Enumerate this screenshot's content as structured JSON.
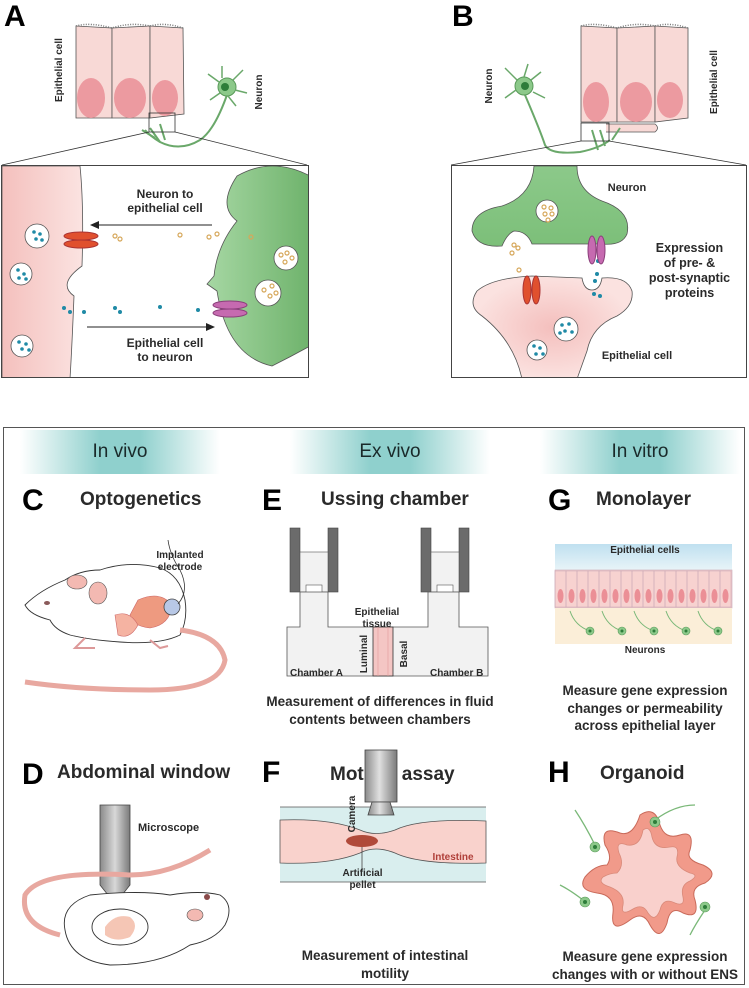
{
  "panels": {
    "A": {
      "letter": "A",
      "labels": {
        "epithelial_cell": "Epithelial cell",
        "neuron": "Neuron",
        "neuron_to_epithelial": "Neuron to\nepithelial cell",
        "epithelial_to_neuron": "Epithelial cell\nto neuron"
      }
    },
    "B": {
      "letter": "B",
      "labels": {
        "neuron": "Neuron",
        "epithelial_cell": "Epithelial cell",
        "zoom_neuron": "Neuron",
        "zoom_epithelial": "Epithelial cell",
        "expression": "Expression\nof pre- &\npost-synaptic\nproteins"
      }
    }
  },
  "categories": [
    {
      "label": "In vivo"
    },
    {
      "label": "Ex vivo"
    },
    {
      "label": "In vitro"
    }
  ],
  "methods": {
    "C": {
      "letter": "C",
      "title": "Optogenetics",
      "labels": {
        "electrode": "Implanted\nelectrode"
      }
    },
    "D": {
      "letter": "D",
      "title": "Abdominal window",
      "labels": {
        "microscope": "Microscope"
      }
    },
    "E": {
      "letter": "E",
      "title": "Ussing chamber",
      "labels": {
        "tissue": "Epithelial\ntissue",
        "luminal": "Luminal",
        "basal": "Basal",
        "chamber_a": "Chamber A",
        "chamber_b": "Chamber B"
      },
      "caption": "Measurement of differences in fluid\ncontents between chambers"
    },
    "F": {
      "letter": "F",
      "title": "Motility assay",
      "labels": {
        "camera": "Camera",
        "intestine": "Intestine",
        "pellet": "Artificial\npellet"
      },
      "caption": "Measurement of intestinal\nmotility"
    },
    "G": {
      "letter": "G",
      "title": "Monolayer",
      "labels": {
        "epithelial_cells": "Epithelial cells",
        "neurons": "Neurons"
      },
      "caption": "Measure gene expression\nchanges or permeability\nacross epithelial layer"
    },
    "H": {
      "letter": "H",
      "title": "Organoid",
      "caption": "Measure gene expression\nchanges with or without ENS"
    }
  },
  "colors": {
    "epithelium": "#f7d2d0",
    "nucleus": "#eb8f96",
    "neuron": "#8cc98a",
    "header_teal": "#8fd0cd",
    "red_channel": "#e0502e",
    "purple_channel": "#c66ab0",
    "blue_dot": "#1f8aa6",
    "yellow_dot": "#d6a75a"
  }
}
